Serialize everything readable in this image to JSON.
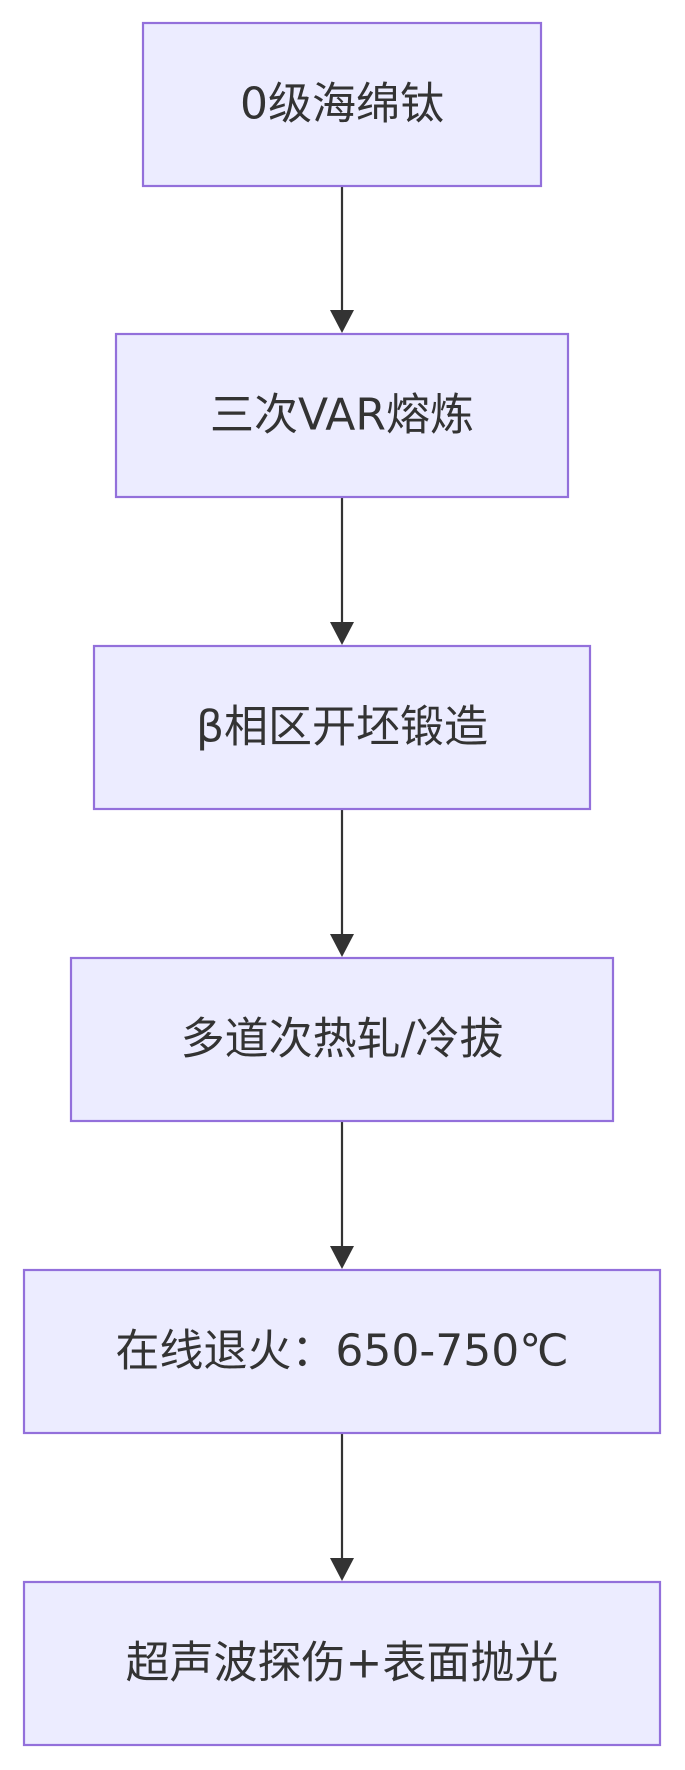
{
  "diagram": {
    "type": "flowchart",
    "direction": "top-down",
    "colors": {
      "node_fill": "#ececff",
      "node_border": "#9370db",
      "edge": "#333333",
      "text": "#333333",
      "background": "#ffffff"
    },
    "nodes": [
      {
        "id": "n1",
        "label": "0级海绵钛"
      },
      {
        "id": "n2",
        "label": "三次VAR熔炼"
      },
      {
        "id": "n3",
        "label": "β相区开坯锻造"
      },
      {
        "id": "n4",
        "label": "多道次热轧/冷拔"
      },
      {
        "id": "n5",
        "label": "在线退火：650-750℃"
      },
      {
        "id": "n6",
        "label": "超声波探伤+表面抛光"
      }
    ],
    "edges": [
      {
        "from": "n1",
        "to": "n2"
      },
      {
        "from": "n2",
        "to": "n3"
      },
      {
        "from": "n3",
        "to": "n4"
      },
      {
        "from": "n4",
        "to": "n5"
      },
      {
        "from": "n5",
        "to": "n6"
      }
    ]
  }
}
